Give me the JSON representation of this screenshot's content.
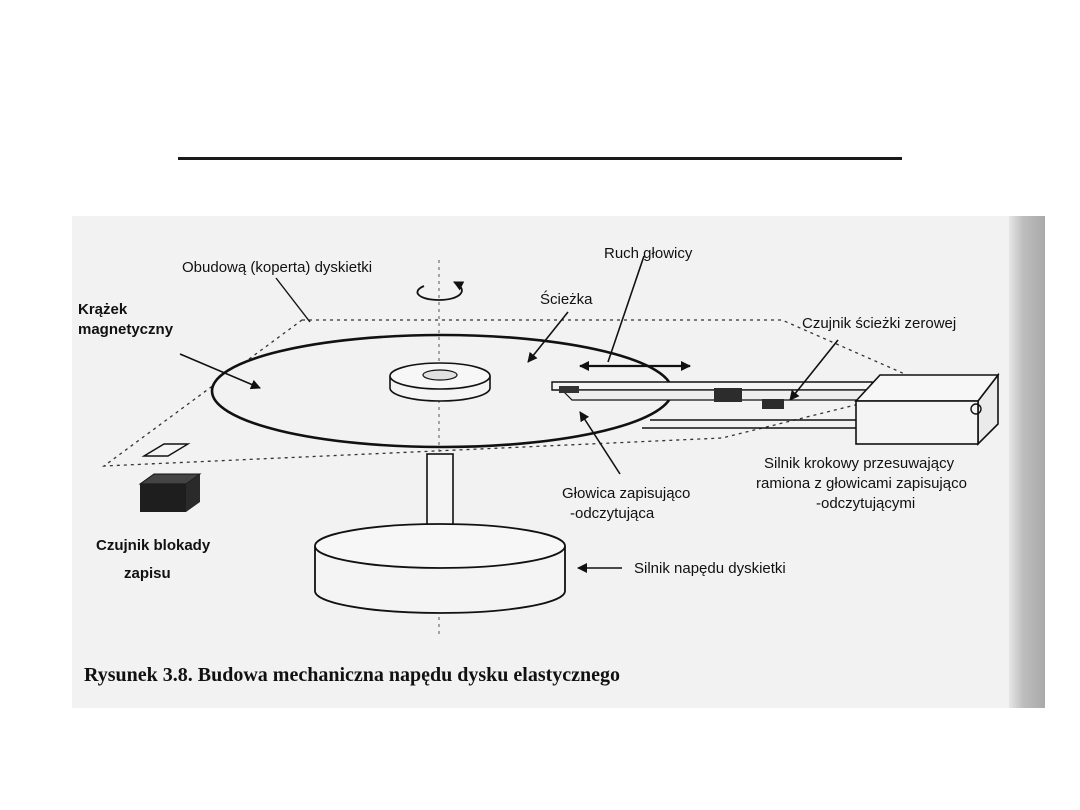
{
  "labels": {
    "housing": "Obudową (koperta) dyskietki",
    "head_motion": "Ruch głowicy",
    "disk_l1": "Krążek",
    "disk_l2": "magnetyczny",
    "track": "Ścieżka",
    "zero_track_sensor": "Czujnik ścieżki zerowej",
    "stepper_l1": "Silnik krokowy przesuwający",
    "stepper_l2": "ramiona z głowicami zapisująco",
    "stepper_l3": "-odczytującymi",
    "rw_head_l1": "Głowica zapisująco",
    "rw_head_l2": "-odczytująca",
    "write_protect_l1": "Czujnik blokady",
    "write_protect_l2": "zapisu",
    "drive_motor": "Silnik napędu dyskietki"
  },
  "caption": "Rysunek 3.8. Budowa mechaniczna napędu dysku elastycznego"
}
